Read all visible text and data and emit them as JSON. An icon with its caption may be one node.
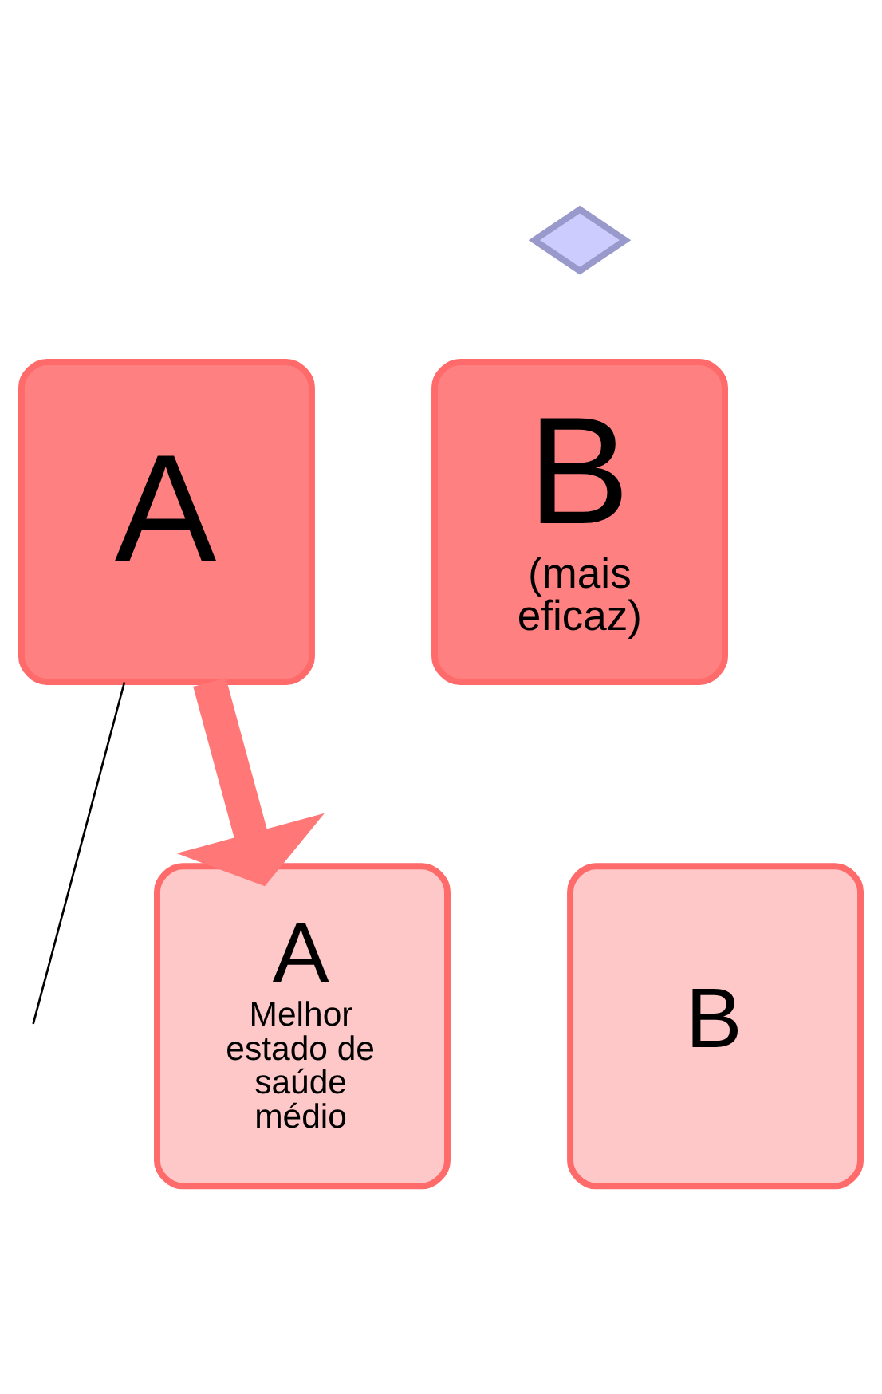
{
  "diagram": {
    "nodes": [
      {
        "text": [],
        "shape": "diamond"
      },
      {
        "text": [
          "A"
        ]
      },
      {
        "text": [
          "B",
          "(mais eficaz)"
        ]
      },
      {
        "text": [
          "A",
          "Melhor estado de saúde médio"
        ]
      },
      {
        "text": [
          "B"
        ]
      }
    ],
    "edges": [
      {
        "from": 1,
        "to": null,
        "arrow": "none"
      },
      {
        "from": 1,
        "to": 3,
        "arrow": "to",
        "style": "thick",
        "color": "#ff7777"
      }
    ]
  }
}
